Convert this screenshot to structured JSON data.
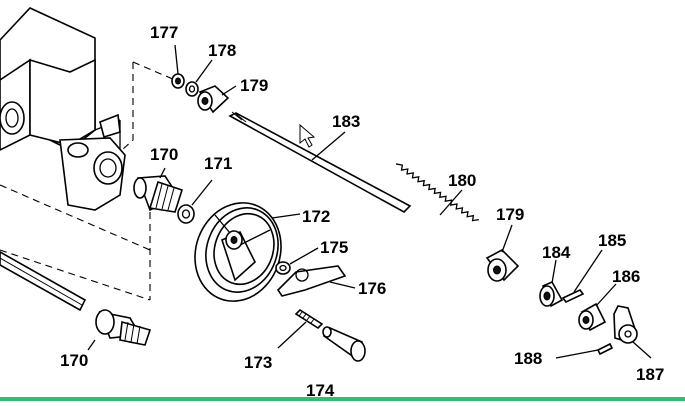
{
  "theme": {
    "accent": "#2fbf6f",
    "line": "#000000",
    "background": "#ffffff"
  },
  "diagram": {
    "labels": {
      "p170a": "170",
      "p170b": "170",
      "p171": "171",
      "p172": "172",
      "p173": "173",
      "p174": "174",
      "p175": "175",
      "p176": "176",
      "p177": "177",
      "p178": "178",
      "p179a": "179",
      "p179b": "179",
      "p180": "180",
      "p183": "183",
      "p184": "184",
      "p185": "185",
      "p186": "186",
      "p187": "187",
      "p188": "188"
    },
    "cursor_icon": "arrow-cursor-icon"
  }
}
